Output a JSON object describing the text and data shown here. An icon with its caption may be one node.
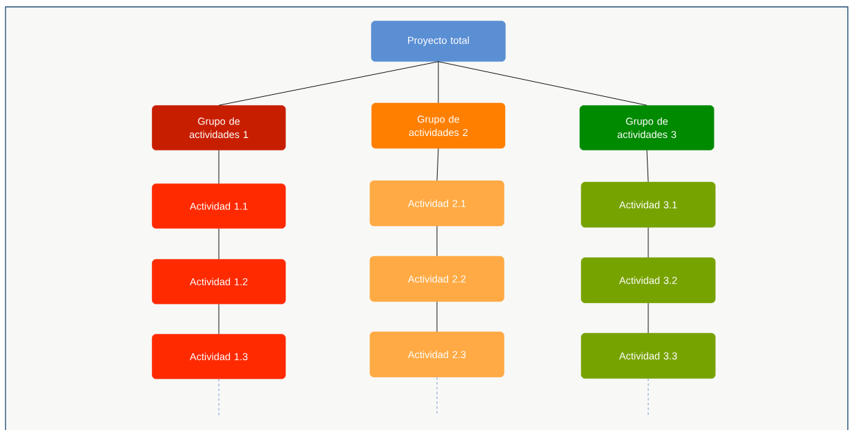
{
  "diagram": {
    "nodes": [
      {
        "text": [
          "Proyecto total"
        ]
      },
      {
        "text": [
          "Grupo de actividades 1"
        ]
      },
      {
        "text": [
          "Grupo de actividades 2"
        ]
      },
      {
        "text": [
          "Grupo de actividades 3"
        ]
      },
      {
        "text": [
          "Actividad 1.1"
        ]
      },
      {
        "text": [
          "Actividad 1.2"
        ]
      },
      {
        "text": [
          "Actividad 1.3"
        ]
      },
      {
        "text": [
          "Actividad 2.1"
        ]
      },
      {
        "text": [
          "Actividad 2.2"
        ]
      },
      {
        "text": [
          "Actividad 2.3"
        ]
      },
      {
        "text": [
          "Actividad 3.1"
        ]
      },
      {
        "text": [
          "Actividad 3.2"
        ]
      },
      {
        "text": [
          "Actividad 3.3"
        ]
      }
    ],
    "edges": [
      {
        "from": 0,
        "to": 1,
        "arrow": "none"
      },
      {
        "from": 0,
        "to": 2,
        "arrow": "none"
      },
      {
        "from": 0,
        "to": 3,
        "arrow": "none"
      },
      {
        "from": 1,
        "to": 4,
        "arrow": "none"
      },
      {
        "from": 4,
        "to": 5,
        "arrow": "none"
      },
      {
        "from": 5,
        "to": 6,
        "arrow": "none"
      },
      {
        "from": 2,
        "to": 7,
        "arrow": "none"
      },
      {
        "from": 7,
        "to": 8,
        "arrow": "none"
      },
      {
        "from": 8,
        "to": 9,
        "arrow": "none"
      },
      {
        "from": 3,
        "to": 10,
        "arrow": "none"
      },
      {
        "from": 10,
        "to": 11,
        "arrow": "none"
      },
      {
        "from": 11,
        "to": 12,
        "arrow": "none"
      },
      {
        "from": 6,
        "to": null,
        "arrow": "none",
        "style": "dashed",
        "color": "#4472c4"
      },
      {
        "from": 9,
        "to": null,
        "arrow": "none",
        "style": "dashed",
        "color": "#4472c4"
      },
      {
        "from": 12,
        "to": null,
        "arrow": "none",
        "style": "dashed",
        "color": "#4472c4"
      }
    ]
  }
}
